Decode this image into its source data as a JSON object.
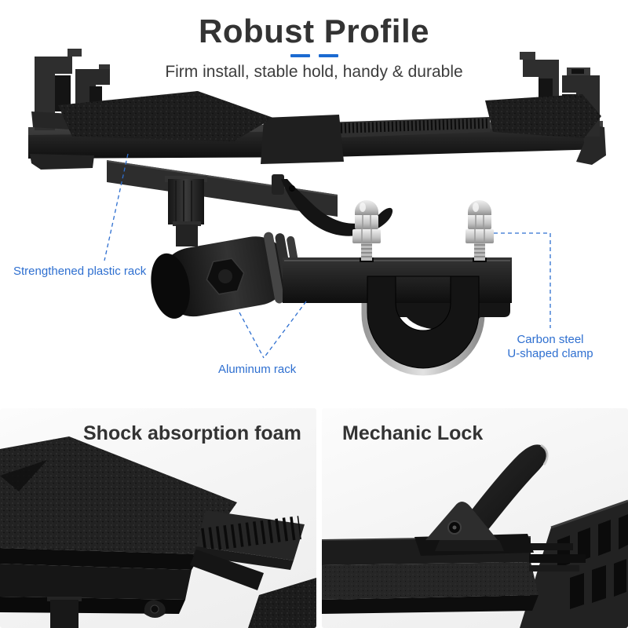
{
  "header": {
    "title": "Robust Profile",
    "subtitle": "Firm install, stable hold, handy & durable"
  },
  "callouts": {
    "plastic_rack": "Strengthened plastic rack",
    "aluminum_rack": "Aluminum rack",
    "u_clamp_line1": "Carbon steel",
    "u_clamp_line2": "U-shaped clamp"
  },
  "features": [
    {
      "label": "Shock absorption foam"
    },
    {
      "label": "Mechanic Lock"
    }
  ],
  "colors": {
    "accent_blue": "#1b6ad1",
    "callout_blue": "#2e6fd0",
    "heading_dark": "#333333",
    "panel_background": "#f3f3f3"
  }
}
